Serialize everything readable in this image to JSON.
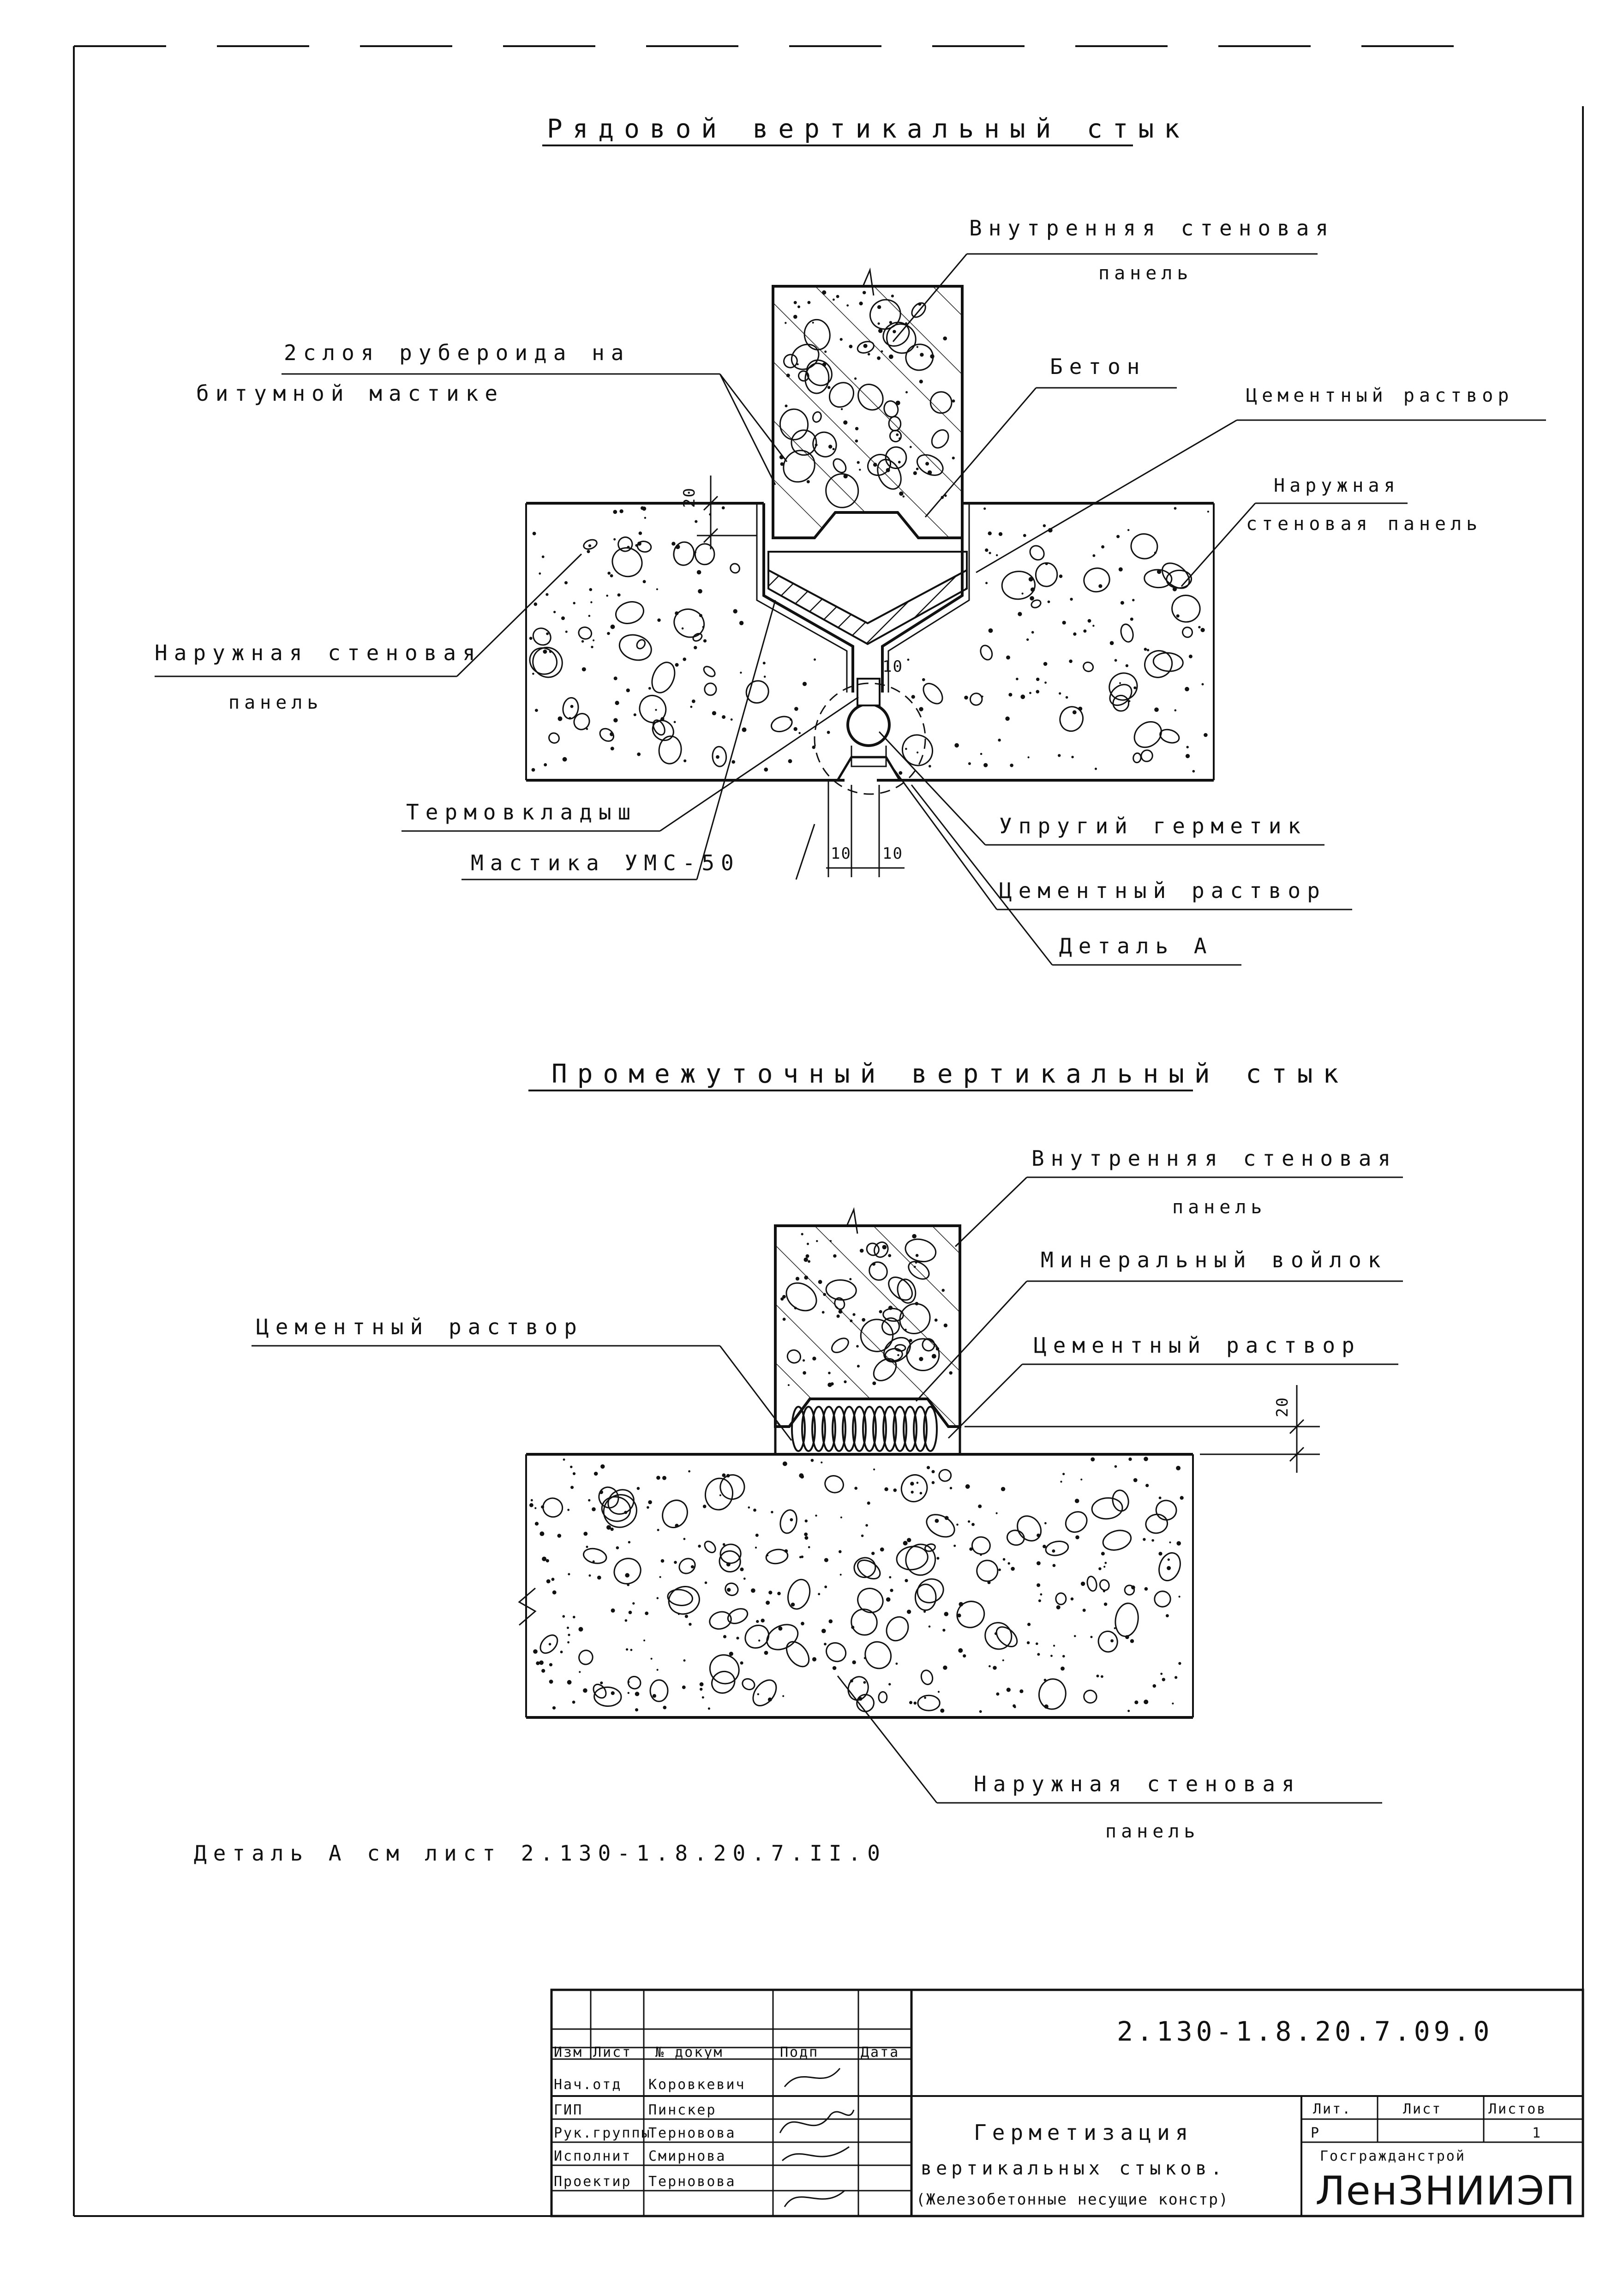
{
  "section_top": {
    "title": "Рядовой вертикальный стык",
    "labels": {
      "inner_panel_1": "Внутренняя стеновая",
      "inner_panel_2": "панель",
      "ruberoid_1": "2слоя рубероида на",
      "ruberoid_2": "битумной мастике",
      "concrete": "Бетон",
      "cement_1": "Цементный раствор",
      "outer_panel_right_1": "Наружная",
      "outer_panel_right_2": "стеновая панель",
      "outer_panel_left_1": "Наружная стеновая",
      "outer_panel_left_2": "панель",
      "thermal_insert": "Термовкладыш",
      "mastic": "Мастика УМС-50",
      "sealant": "Упругий герметик",
      "cement_2": "Цементный раствор",
      "detail_a": "Деталь А"
    },
    "dims": {
      "d_top": "20",
      "d_gap": "10",
      "d_left": "10",
      "d_right": "10"
    }
  },
  "section_bottom": {
    "title": "Промежуточный вертикальный стык",
    "labels": {
      "inner_panel_1": "Внутренняя стеновая",
      "inner_panel_2": "панель",
      "mineral_felt": "Минеральный войлок",
      "cement_left": "Цементный раствор",
      "cement_right": "Цементный раствор",
      "outer_panel_1": "Наружная стеновая",
      "outer_panel_2": "панель"
    },
    "dims": {
      "d_20": "20"
    }
  },
  "note": "Деталь А см лист 2.130-1.8.20.7.II.0",
  "title_block": {
    "code": "2.130-1.8.20.7.09.0",
    "header": {
      "izm": "Изм",
      "list": "Лист",
      "ndoc": "№ докум",
      "podp": "Подп",
      "data": "Дата"
    },
    "roles": [
      "Нач.отд",
      "ГИП",
      "Рук.группы",
      "Исполнит",
      "Проектир"
    ],
    "names": [
      "Коровкевич",
      "Пинскер",
      "Терновова",
      "Смирнова",
      "Терновова"
    ],
    "title_1": "Герметизация",
    "title_2": "вертикальных стыков.",
    "title_3": "(Железобетонные несущие констр)",
    "stage_label": "Лит.",
    "sheet_label": "Лист",
    "sheets_label": "Листов",
    "stage": "Р",
    "sheet": "1",
    "sheets": "",
    "org_top": "Госгражданстрой",
    "org": "ЛенЗНИИЭП"
  }
}
